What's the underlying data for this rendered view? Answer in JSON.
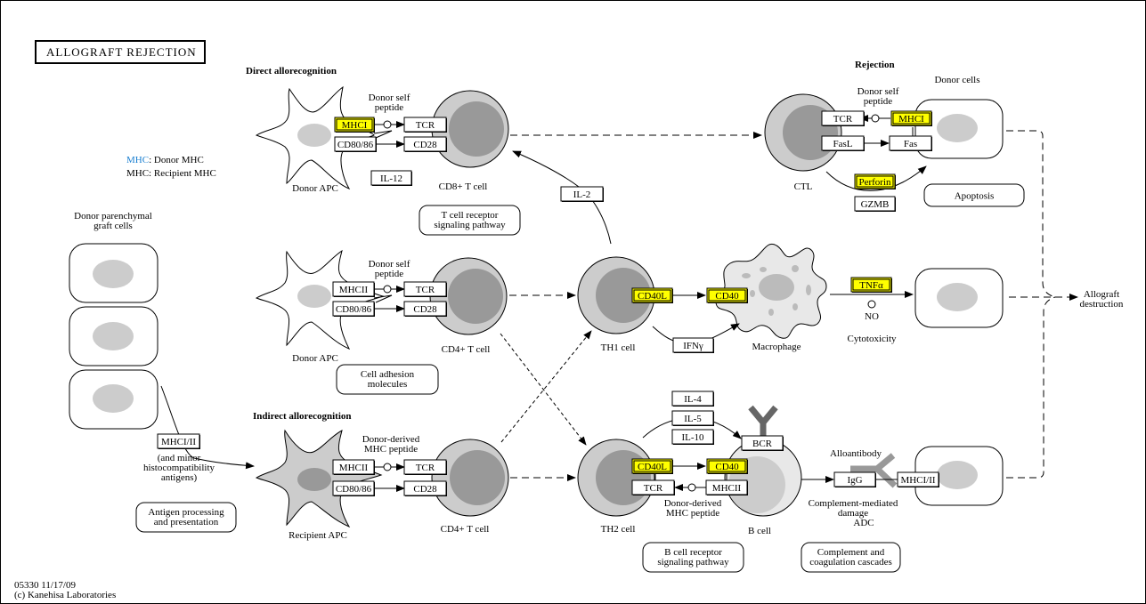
{
  "title": "ALLOGRAFT REJECTION",
  "legend": {
    "donor_mhc_key": "MHC",
    "donor_mhc_label": ": Donor MHC",
    "recipient_mhc": "MHC: Recipient MHC",
    "donor_color": "#1a7fd0"
  },
  "colors": {
    "highlight": "#ffff00",
    "cell_light": "#cccccc",
    "cell_dark": "#999999",
    "nucleus": "#cccccc",
    "antibody": "#666666"
  },
  "section_labels": {
    "direct": "Direct allorecognition",
    "indirect": "Indirect allorecognition",
    "rejection": "Rejection"
  },
  "cells": {
    "donor_apc_1": "Donor APC",
    "cd8_t": "CD8+ T cell",
    "donor_apc_2": "Donor APC",
    "cd4_t_1": "CD4+ T cell",
    "recipient_apc": "Recipient APC",
    "cd4_t_2": "CD4+ T cell",
    "th1": "TH1 cell",
    "th2": "TH2 cell",
    "macrophage": "Macrophage",
    "b_cell": "B cell",
    "ctl": "CTL",
    "donor_cells": "Donor cells",
    "graft_cells_l1": "Donor parenchymal",
    "graft_cells_l2": "graft cells"
  },
  "annotations": {
    "donor_self_peptide_l1": "Donor self",
    "donor_self_peptide_l2": "peptide",
    "donor_derived_l1": "Donor-derived",
    "donor_derived_l2": "MHC peptide",
    "minor_l1": "(and minor",
    "minor_l2": "histocompatibility",
    "minor_l3": "antigens)",
    "no": "NO",
    "cytotoxicity": "Cytotoxicity",
    "alloantibody": "Alloantibody",
    "complement_l1": "Complement-mediated",
    "complement_l2": "damage",
    "complement_l3": "ADC",
    "allograft_l1": "Allograft",
    "allograft_l2": "destruction"
  },
  "genes": {
    "mhci_direct": "MHCI",
    "cd8086_a": "CD80/86",
    "tcr_a": "TCR",
    "cd28_a": "CD28",
    "il12": "IL-12",
    "mhcii_b": "MHCII",
    "cd8086_b": "CD80/86",
    "tcr_b": "TCR",
    "cd28_b": "CD28",
    "mhcii_c": "MHCII",
    "cd8086_c": "CD80/86",
    "tcr_c": "TCR",
    "cd28_c": "CD28",
    "mhci_ii_graft": "MHCI/II",
    "il2": "IL-2",
    "cd40l_th1": "CD40L",
    "cd40_mac": "CD40",
    "ifng": "IFNγ",
    "tnfa": "TNFα",
    "tcr_ctl": "TCR",
    "fasl": "FasL",
    "mhci_donor": "MHCI",
    "fas": "Fas",
    "perforin": "Perforin",
    "gzmb": "GZMB",
    "il4": "IL-4",
    "il5": "IL-5",
    "il10": "IL-10",
    "bcr": "BCR",
    "cd40l_th2": "CD40L",
    "cd40_b": "CD40",
    "tcr_th2": "TCR",
    "mhcii_b_cell": "MHCII",
    "igg": "IgG",
    "mhci_ii_donor": "MHCI/II"
  },
  "highlighted_genes": [
    "mhci_direct",
    "cd40l_th1",
    "cd40_mac",
    "tnfa",
    "mhci_donor",
    "perforin",
    "cd40l_th2",
    "cd40_b"
  ],
  "pathways": {
    "tcr_signaling_l1": "T cell receptor",
    "tcr_signaling_l2": "signaling pathway",
    "cell_adhesion_l1": "Cell adhesion",
    "cell_adhesion_l2": "molecules",
    "antigen_l1": "Antigen processing",
    "antigen_l2": "and presentation",
    "bcr_signaling_l1": "B cell receptor",
    "bcr_signaling_l2": "signaling pathway",
    "complement_l1": "Complement and",
    "complement_l2": "coagulation cascades",
    "apoptosis": "Apoptosis"
  },
  "footer": {
    "id_date": "05330 11/17/09",
    "copyright": "(c) Kanehisa Laboratories"
  }
}
